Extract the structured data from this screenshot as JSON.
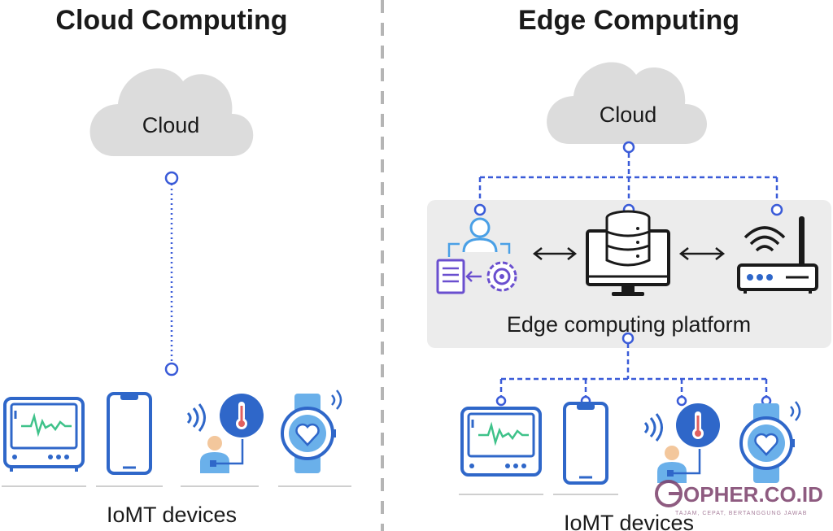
{
  "left_panel": {
    "title": "Cloud Computing",
    "cloud_label": "Cloud",
    "devices_label": "IoMT devices"
  },
  "right_panel": {
    "title": "Edge Computing",
    "cloud_label": "Cloud",
    "platform_label": "Edge computing platform",
    "devices_label": "IoMT devices"
  },
  "watermark": {
    "brand": "GOPHER.CO.ID",
    "tagline": "TAJAM, CEPAT, BERTANGGUNG JAWAB"
  },
  "colors": {
    "connector": "#3a5bd8",
    "device_blue": "#2f67c9",
    "admin_purple": "#6a4fcf",
    "cloud_fill": "#dcdcdc",
    "platform_fill": "#ececec",
    "divider": "#b5b5b5"
  }
}
